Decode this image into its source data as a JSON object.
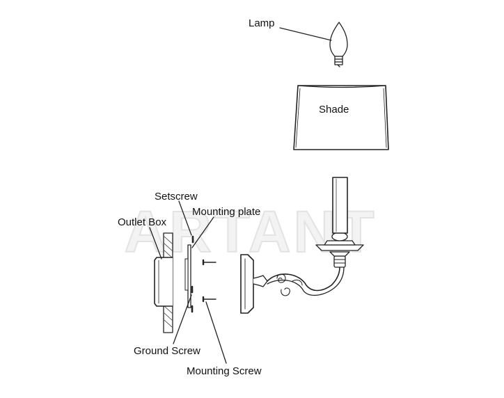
{
  "labels": {
    "lamp": "Lamp",
    "shade": "Shade",
    "setscrew": "Setscrew",
    "mounting_plate": "Mounting plate",
    "outlet_box": "Outlet Box",
    "ground_screw": "Ground Screw",
    "mounting_screw": "Mounting Screw"
  },
  "watermark": {
    "text": "ARTANT"
  },
  "colors": {
    "line": "#222222",
    "watermark_fill": "#f1f1f1",
    "watermark_stroke": "#e2e2e2"
  }
}
